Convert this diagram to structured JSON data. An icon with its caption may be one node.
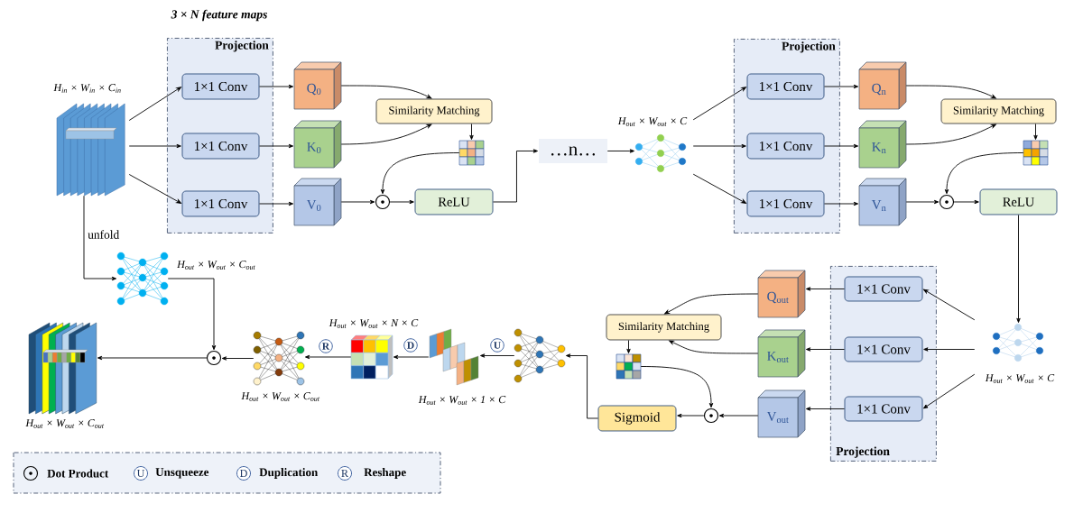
{
  "diagram": {
    "nodes": [
      {
        "text": [],
        "shape": "picture",
        "beside": [
          "H$_{in}$ × W$_{in}$ × C$_{in}$"
        ]
      },
      {
        "text": [
          "Projection"
        ]
      },
      {
        "text": [
          "1×1 Conv"
        ],
        "in": 1
      },
      {
        "text": [
          "1×1 Conv"
        ],
        "in": 1
      },
      {
        "text": [
          "1×1 Conv"
        ],
        "in": 1
      },
      {
        "text": [
          "Q$_{0}$"
        ]
      },
      {
        "text": [
          "K$_{0}$"
        ]
      },
      {
        "text": [
          "V$_{0}$"
        ]
      },
      {
        "text": [
          "Similarity Matching"
        ]
      },
      {
        "text": [],
        "shape": "grid"
      },
      {
        "text": [],
        "shape": "circle"
      },
      {
        "text": [
          "ReLU"
        ]
      },
      {
        "text": [
          "…n…"
        ]
      },
      {
        "text": [],
        "shape": "picture",
        "beside": [
          "H$_{out}$ × W$_{out}$ × C"
        ]
      },
      {
        "text": [
          "Projection"
        ]
      },
      {
        "text": [
          "1×1 Conv"
        ],
        "in": 14
      },
      {
        "text": [
          "1×1 Conv"
        ],
        "in": 14
      },
      {
        "text": [
          "1×1 Conv"
        ],
        "in": 14
      },
      {
        "text": [
          "Q$_{n}$"
        ]
      },
      {
        "text": [
          "K$_{n}$"
        ]
      },
      {
        "text": [
          "V$_{n}$"
        ]
      },
      {
        "text": [
          "Similarity Matching"
        ]
      },
      {
        "text": [],
        "shape": "grid"
      },
      {
        "text": [],
        "shape": "circle"
      },
      {
        "text": [
          "ReLU"
        ]
      },
      {
        "text": [],
        "shape": "picture",
        "beside": [
          "H$_{out}$ × W$_{out}$ × C"
        ]
      },
      {
        "text": [
          "Projection"
        ]
      },
      {
        "text": [
          "1×1 Conv"
        ],
        "in": 26
      },
      {
        "text": [
          "1×1 Conv"
        ],
        "in": 26
      },
      {
        "text": [
          "1×1 Conv"
        ],
        "in": 26
      },
      {
        "text": [
          "Q$_{out}$"
        ]
      },
      {
        "text": [
          "K$_{out}$"
        ]
      },
      {
        "text": [
          "V$_{out}$"
        ]
      },
      {
        "text": [
          "Similarity Matching"
        ]
      },
      {
        "text": [],
        "shape": "grid"
      },
      {
        "text": [],
        "shape": "circle"
      },
      {
        "text": [
          "Sigmoid"
        ]
      },
      {
        "text": [],
        "shape": "picture"
      },
      {
        "text": [],
        "shape": "picture",
        "beside": [
          "H$_{out}$ × W$_{out}$ × 1 × C"
        ]
      },
      {
        "text": [],
        "shape": "picture",
        "beside": [
          "H$_{out}$ × W$_{out}$ × N × C"
        ]
      },
      {
        "text": [],
        "shape": "picture",
        "beside": [
          "H$_{out}$ × W$_{out}$ × C$_{out}$"
        ]
      },
      {
        "text": [],
        "shape": "circle"
      },
      {
        "text": [],
        "shape": "picture",
        "beside": [
          "H$_{out}$ × W$_{out}$ × C$_{out}$"
        ]
      },
      {
        "text": [],
        "shape": "picture",
        "beside": [
          "H$_{out}$ × W$_{out}$ × C$_{out}$"
        ]
      }
    ],
    "edges": [
      {
        "from": 0,
        "to": 2,
        "arrow": "to"
      },
      {
        "from": 0,
        "to": 3,
        "arrow": "to"
      },
      {
        "from": 0,
        "to": 4,
        "arrow": "to"
      },
      {
        "from": 2,
        "to": 5,
        "arrow": "to"
      },
      {
        "from": 3,
        "to": 6,
        "arrow": "to"
      },
      {
        "from": 4,
        "to": 7,
        "arrow": "to"
      },
      {
        "from": 5,
        "to": 8,
        "arrow": "to"
      },
      {
        "from": 6,
        "to": 8,
        "arrow": "to"
      },
      {
        "from": 8,
        "to": 9,
        "arrow": "to"
      },
      {
        "from": 9,
        "to": 10,
        "arrow": "to"
      },
      {
        "from": 7,
        "to": 10,
        "arrow": "to"
      },
      {
        "from": 10,
        "to": 11,
        "arrow": "to"
      },
      {
        "from": 11,
        "to": 12,
        "arrow": "to"
      },
      {
        "from": 12,
        "to": 13,
        "arrow": "to"
      },
      {
        "from": 13,
        "to": 15,
        "arrow": "to"
      },
      {
        "from": 13,
        "to": 16,
        "arrow": "to"
      },
      {
        "from": 13,
        "to": 17,
        "arrow": "to"
      },
      {
        "from": 15,
        "to": 18,
        "arrow": "to"
      },
      {
        "from": 16,
        "to": 19,
        "arrow": "to"
      },
      {
        "from": 17,
        "to": 20,
        "arrow": "to"
      },
      {
        "from": 18,
        "to": 21,
        "arrow": "to"
      },
      {
        "from": 19,
        "to": 21,
        "arrow": "to"
      },
      {
        "from": 21,
        "to": 22,
        "arrow": "to"
      },
      {
        "from": 22,
        "to": 23,
        "arrow": "to"
      },
      {
        "from": 20,
        "to": 23,
        "arrow": "to"
      },
      {
        "from": 23,
        "to": 24,
        "arrow": "to"
      },
      {
        "from": 24,
        "to": 25,
        "arrow": "to"
      },
      {
        "from": 25,
        "to": 27,
        "arrow": "to"
      },
      {
        "from": 25,
        "to": 28,
        "arrow": "to"
      },
      {
        "from": 25,
        "to": 29,
        "arrow": "to"
      },
      {
        "from": 27,
        "to": 30,
        "arrow": "to"
      },
      {
        "from": 28,
        "to": 31,
        "arrow": "to"
      },
      {
        "from": 29,
        "to": 32,
        "arrow": "to"
      },
      {
        "from": 30,
        "to": 33,
        "arrow": "to"
      },
      {
        "from": 31,
        "to": 33,
        "arrow": "to"
      },
      {
        "from": 33,
        "to": 34,
        "arrow": "to"
      },
      {
        "from": 34,
        "to": 35,
        "arrow": "to"
      },
      {
        "from": 32,
        "to": 35,
        "arrow": "to"
      },
      {
        "from": 35,
        "to": 36,
        "arrow": "to"
      },
      {
        "from": 36,
        "to": 37,
        "arrow": "to"
      },
      {
        "from": 37,
        "to": 38,
        "arrow": "to",
        "label": "U"
      },
      {
        "from": 38,
        "to": 39,
        "arrow": "to",
        "label": "D"
      },
      {
        "from": 39,
        "to": 40,
        "arrow": "to",
        "label": "R"
      },
      {
        "from": 40,
        "to": 41,
        "arrow": "to"
      },
      {
        "from": 41,
        "to": 43,
        "arrow": "to"
      },
      {
        "from": 0,
        "to": 42,
        "arrow": "to",
        "label": "unfold"
      },
      {
        "from": 42,
        "to": 41,
        "arrow": "to"
      }
    ],
    "labels": [
      "3 × N feature maps",
      "U",
      "D",
      "R"
    ],
    "legend": [
      {
        "text": "Dot Product"
      },
      {
        "text": "Unsqueeze"
      },
      {
        "text": "Duplication"
      },
      {
        "text": "Reshape"
      }
    ]
  }
}
